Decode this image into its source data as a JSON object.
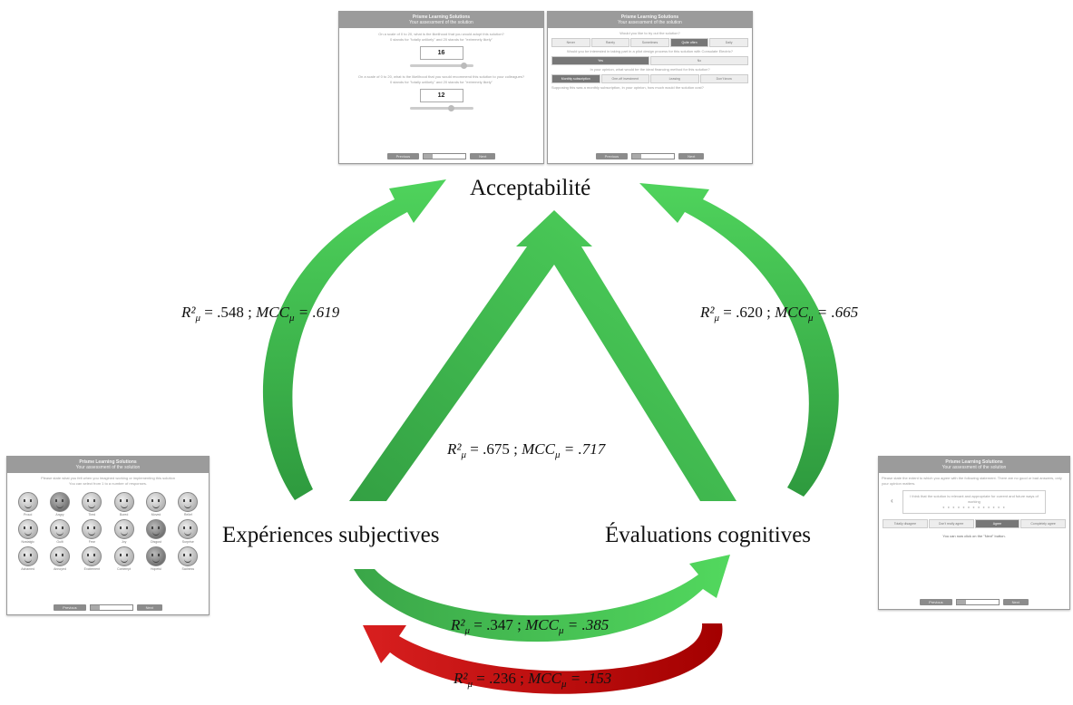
{
  "nodes": {
    "acceptability": "Acceptabilité",
    "subjective": "Expériences subjectives",
    "cognitive": "Évaluations cognitives"
  },
  "links": [
    {
      "id": "subj-to-accept",
      "r2": ".548",
      "mcc": ".619"
    },
    {
      "id": "cog-to-accept",
      "r2": ".620",
      "mcc": ".665"
    },
    {
      "id": "both-to-accept",
      "r2": ".675",
      "mcc": ".717"
    },
    {
      "id": "subj-to-cog",
      "r2": ".347",
      "mcc": ".385"
    },
    {
      "id": "cog-to-subj",
      "r2": ".236",
      "mcc": ".153"
    }
  ],
  "colors": {
    "green_dark": "#2e9a3e",
    "green_light": "#4fd35c",
    "red_dark": "#a30000",
    "red_light": "#d81f1f"
  },
  "screens": {
    "brand": "Prisme Learning Solutions",
    "subtitle": "Your assessment of the solution",
    "prev": "Previous",
    "next": "Next",
    "slider1_question": "On a scale of 0 to 20, what is the likelihood that you would adopt this solution?",
    "slider1_hint": "0 stands for \"totally unlikely\" and 20 stands for \"extremely likely\"",
    "slider1_value": "16",
    "slider1_fraction": 0.8,
    "slider2_question": "On a scale of 0 to 20, what is the likelihood that you would recommend this solution to your colleagues?",
    "slider2_hint": "0 stands for \"totally unlikely\" and 20 stands for \"extremely likely\"",
    "slider2_value": "12",
    "slider2_fraction": 0.6,
    "scale_min": "0",
    "scale_max": "20",
    "freq_question": "Would you like to try out the solution?",
    "freq_options": [
      "Never",
      "Rarely",
      "Sometimes",
      "Quite often",
      "Daily"
    ],
    "yn_question": "Would you be interested in taking part in a pilot design process for this solution with Consulate Electric?",
    "yn_options": [
      "Yes",
      "No"
    ],
    "cost_question": "In your opinion, what would be the ideal financing method for this solution?",
    "cost_options": [
      "Monthly subscription",
      "One-off investment",
      "Leasing",
      "Don't know"
    ],
    "price_question": "Supposing this was a monthly subscription, in your opinion, how much would the solution cost?",
    "emotion_intro": "Please state what you felt when you imagined working or implementing this solution",
    "emotion_hint": "You can select from 1 to a number of responses.",
    "emotions": [
      "Proud",
      "Angry",
      "Tired",
      "Bored",
      "Moved",
      "Relief",
      "Nostalgic",
      "Guilt",
      "Fear",
      "Joy",
      "Disgust",
      "Surprise",
      "Ashamed",
      "Annoyed",
      "Excitement",
      "Contempt",
      "Hopeful",
      "Sadness"
    ],
    "agree_intro": "Please state the extent to which you agree with the following statement. There are no good or bad answers, only your opinion matters.",
    "agree_statement": "I think that the solution is relevant and appropriate for current and future ways of working",
    "agree_options": [
      "Totally disagree",
      "Don't really agree",
      "Agree",
      "Completely agree"
    ],
    "agree_done": "You can now click on the \"Next\" button."
  }
}
